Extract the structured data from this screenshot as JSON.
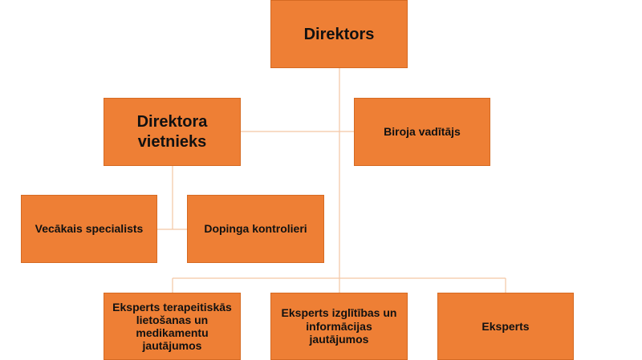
{
  "colors": {
    "box_fill": "#ee7f35",
    "box_border": "#d56a22",
    "connector": "#f4c6a4",
    "text": "#111111"
  },
  "nodes": {
    "director": {
      "label": "Direktors"
    },
    "deputy": {
      "label": "Direktora vietnieks"
    },
    "office_head": {
      "label": "Biroja vadītājs"
    },
    "senior_specialist": {
      "label": "Vecākais specialists"
    },
    "doping_controllers": {
      "label": "Dopinga kontrolieri"
    },
    "expert_therapeutic": {
      "label": "Eksperts terapeitiskās lietošanas un medikamentu jautājumos"
    },
    "expert_education": {
      "label": "Eksperts izglītības un informācijas jautājumos"
    },
    "expert": {
      "label": "Eksperts"
    }
  }
}
